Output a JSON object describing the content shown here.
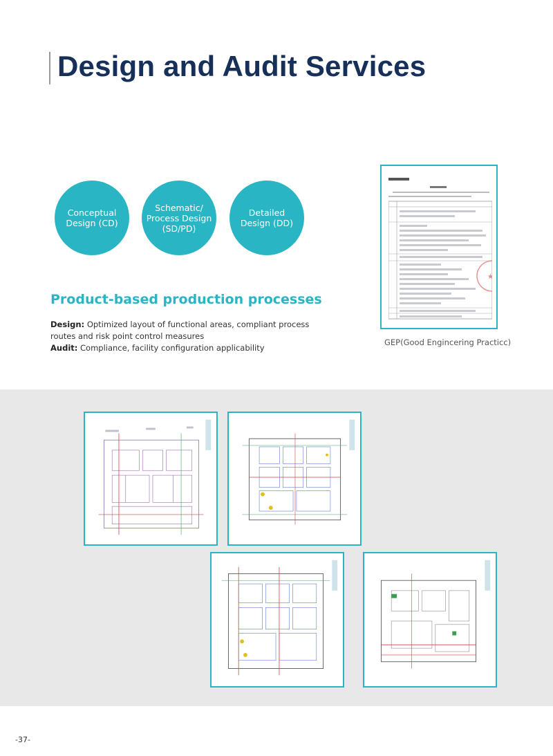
{
  "page": {
    "title": "Design and Audit Services",
    "page_number": "-37-"
  },
  "stages": [
    {
      "label": "Conceptual Design (CD)"
    },
    {
      "label": "Schematic/ Process Design (SD/PD)"
    },
    {
      "label": "Detailed Design (DD)"
    }
  ],
  "section": {
    "heading": "Product-based production processes",
    "design_label": "Design:",
    "design_text": "Optimized layout of functional areas, compliant process routes and risk point control measures",
    "audit_label": "Audit:",
    "audit_text": "Compliance, facility configuration applicability"
  },
  "document": {
    "caption": "GEP(Good Engincering Practicc)"
  },
  "colors": {
    "accent": "#29b5c4",
    "title": "#17305a",
    "band": "#e8e8e9"
  }
}
